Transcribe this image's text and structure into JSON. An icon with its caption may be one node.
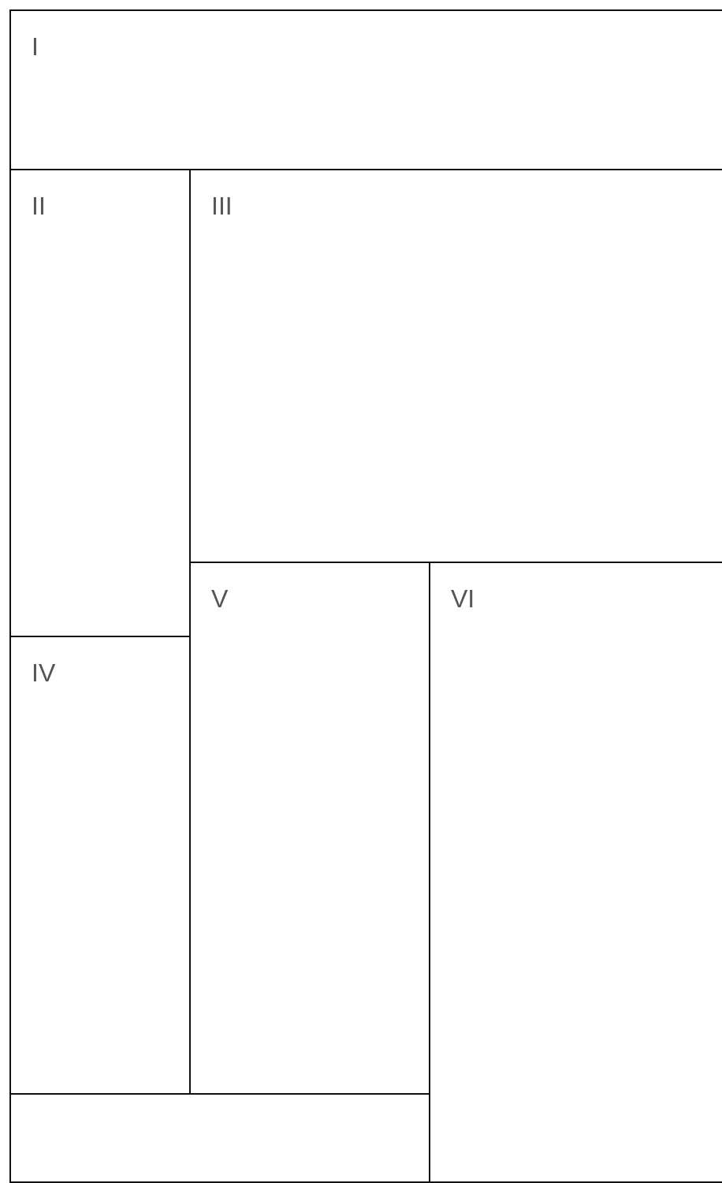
{
  "diagram": {
    "nodes": [
      {
        "text": [
          "I"
        ]
      },
      {
        "text": [
          "II"
        ]
      },
      {
        "text": [
          "III"
        ]
      },
      {
        "text": [
          "IV"
        ]
      },
      {
        "text": [
          "V"
        ]
      },
      {
        "text": [
          "VI"
        ]
      },
      {
        "text": [],
        "shape": "box"
      }
    ]
  }
}
